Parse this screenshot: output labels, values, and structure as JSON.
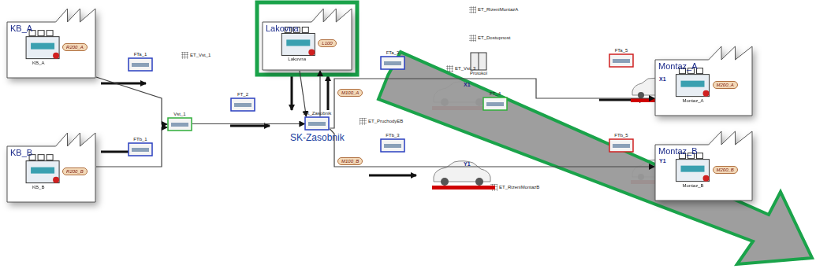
{
  "diagram": {
    "nodes": [
      {
        "text": [
          "KB_A",
          "R200_A",
          "KB_A"
        ]
      },
      {
        "text": [
          "KB_B",
          "R200_B",
          "KB_B"
        ]
      },
      {
        "text": [
          "Lakovna",
          "L100",
          "Lakovna"
        ]
      },
      {
        "text": [
          "Montaz_A",
          "M200_A",
          "Montaz_A"
        ]
      },
      {
        "text": [
          "Montaz_B",
          "M200_B",
          "Montaz_B"
        ]
      },
      {
        "text": [
          "FTa_1"
        ]
      },
      {
        "text": [
          "FTb_1"
        ]
      },
      {
        "text": [
          "Vst_1"
        ]
      },
      {
        "text": [
          "FT_2"
        ]
      },
      {
        "text": [
          "SK_Zasobnik",
          "SK-Zasobnik"
        ]
      },
      {
        "text": [
          "FTa_3"
        ]
      },
      {
        "text": [
          "FTb_3"
        ]
      },
      {
        "text": [
          "FT_4"
        ]
      },
      {
        "text": [
          "FTa_5"
        ]
      },
      {
        "text": [
          "FTb_5"
        ]
      },
      {
        "text": [
          "Protokol"
        ]
      }
    ],
    "edges": [
      {
        "from": 0,
        "to": 7,
        "arrow": "to"
      },
      {
        "from": 1,
        "to": 7,
        "arrow": "to"
      },
      {
        "from": 7,
        "to": 9,
        "arrow": "to"
      },
      {
        "from": 2,
        "to": 9,
        "arrow": "to"
      },
      {
        "from": 9,
        "to": 2,
        "arrow": "to"
      },
      {
        "from": 9,
        "to": 3,
        "arrow": "to"
      },
      {
        "from": 9,
        "to": 4,
        "arrow": "to"
      }
    ],
    "labels": [
      "ET_Vst_1",
      "M100_A",
      "M100_B",
      "ET_RizeniMontazA",
      "ET_Dostupnost",
      "ET_Vst_3",
      "X1",
      "ET_PruchodyEB",
      "Y1",
      "ET_RizeniMontazB",
      "X1",
      "Y1"
    ]
  }
}
